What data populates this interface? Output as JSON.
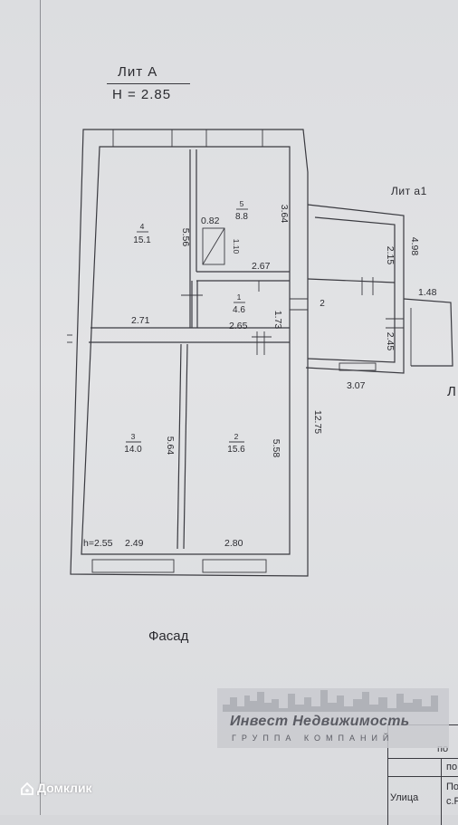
{
  "header": {
    "lit_label": "Лит  А",
    "height_label": "H = 2.85"
  },
  "annex": {
    "lit_label": "Лит  а1",
    "cut_letter": "Л"
  },
  "rooms": [
    {
      "number": "4",
      "area": "15.1"
    },
    {
      "number": "5",
      "area": "8.8"
    },
    {
      "number": "1",
      "area": "4.6"
    },
    {
      "number": "2",
      "area": ""
    },
    {
      "number": "3",
      "area": "14.0"
    },
    {
      "number": "2",
      "area": "15.6"
    }
  ],
  "dimensions": {
    "d_082": "0.82",
    "d_364": "3.64",
    "d_556": "5.56",
    "d_110": "1.10",
    "d_267": "2.67",
    "d_215": "2.15",
    "d_498": "4.98",
    "d_148": "1.48",
    "d_271": "2.71",
    "d_265": "2.65",
    "d_173": "1.73",
    "d_245": "2.45",
    "d_307": "3.07",
    "d_1275": "12.75",
    "d_564": "5.64",
    "d_558": "5.58",
    "d_h255": "h=2.55",
    "d_249": "2.49",
    "d_280": "2.80"
  },
  "facade_label": "Фасад",
  "watermark": {
    "name": "Инвест Недвижимость",
    "subtitle": "ГРУППА КОМПАНИЙ"
  },
  "stamp": {
    "street_label": "Улица",
    "cut_top_1": "по",
    "cut_top_2": "по",
    "cut_right": "По",
    "cut_right_2": "с.Р"
  },
  "source_logo": {
    "name": "Домклик"
  },
  "colors": {
    "paper": "#dcdde0",
    "ink": "#2b2b30",
    "watermark_bg": "#c4c5cb"
  }
}
